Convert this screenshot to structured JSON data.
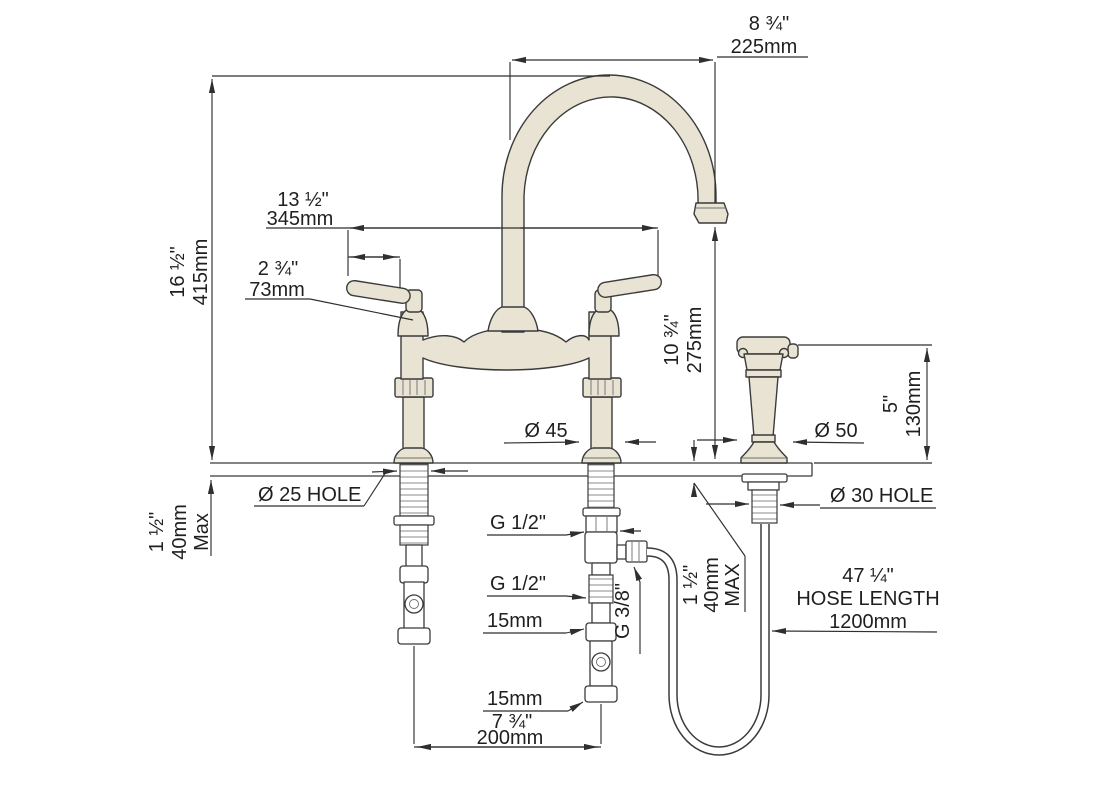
{
  "drawing": {
    "type": "technical-dimension-drawing",
    "subject": "bridge kitchen mixer tap with side spray rinse",
    "colors": {
      "body_fill": "#e8e3d2",
      "outline": "#3b3b3b",
      "dimension_line": "#2f2f2f",
      "background": "#ffffff"
    },
    "labels": {
      "spout_reach_in": "8 ¾\"",
      "spout_reach_mm": "225mm",
      "overall_height_in": "16 ½\"",
      "overall_height_mm": "415mm",
      "handle_span_in": "13 ½\"",
      "handle_span_mm": "345mm",
      "handle_length_in": "2 ¾\"",
      "handle_length_mm": "73mm",
      "spout_height_in": "10 ¾\"",
      "spout_height_mm": "275mm",
      "spray_height_in": "5\"",
      "spray_height_mm": "130mm",
      "leg_base_diameter": "Ø 45",
      "spray_base_diameter": "Ø 50",
      "tap_hole": "Ø 25 HOLE",
      "spray_hole": "Ø 30 HOLE",
      "deck_left_in": "1 ½\"",
      "deck_left_mm": "40mm",
      "deck_left_max": "Max",
      "deck_mid_in": "1 ½\"",
      "deck_mid_mm": "40mm",
      "deck_mid_max": "MAX",
      "thread_shank": "G 1/2\"",
      "thread_inlet": "G 1/2\"",
      "thread_spray_hose": "G 3/8\"",
      "inlet_pipe_upper": "15mm",
      "inlet_pipe_lower": "15mm",
      "hose_length_in": "47 ¼\"",
      "hose_length_label": "HOSE LENGTH",
      "hose_length_mm": "1200mm",
      "hole_spacing_in": "7 ¾\"",
      "hole_spacing_mm": "200mm"
    }
  }
}
